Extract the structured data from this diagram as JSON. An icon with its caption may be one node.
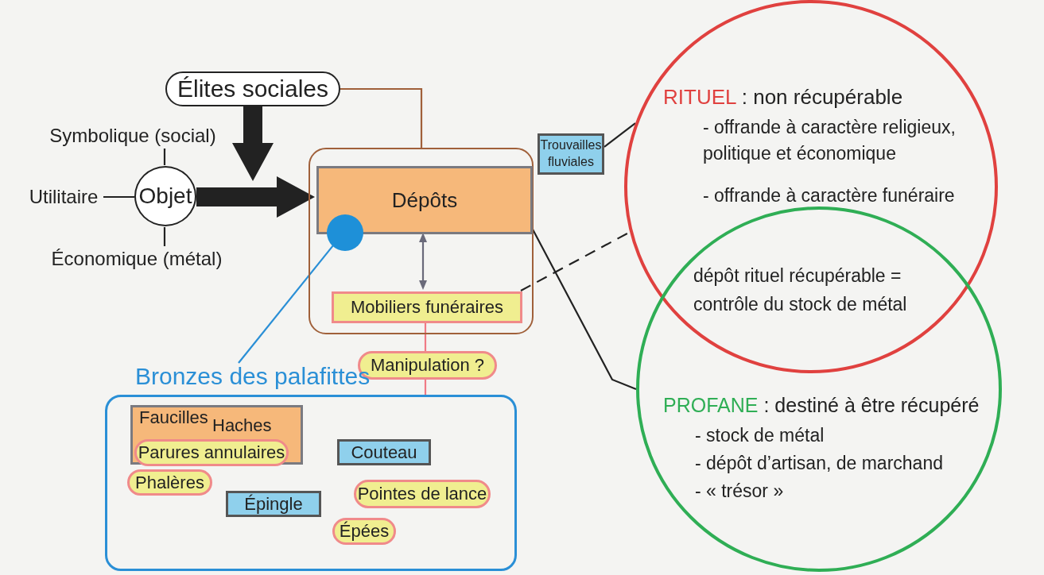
{
  "diagram": {
    "nodes": [
      {
        "text": [
          "Élites sociales"
        ]
      },
      {
        "text": [
          "Symbolique (social)"
        ]
      },
      {
        "text": [
          "Utilitaire"
        ]
      },
      {
        "text": [
          "Objet"
        ]
      },
      {
        "text": [
          "Économique (métal)"
        ]
      },
      {
        "text": [],
        "shape": "box"
      },
      {
        "text": [
          "Dépôts"
        ],
        "in": 5
      },
      {
        "text": [],
        "shape": "circle",
        "in": 5
      },
      {
        "text": [
          "Mobiliers funéraires"
        ],
        "in": 5
      },
      {
        "text": [
          "Trouvailles fluviales"
        ]
      },
      {
        "text": [
          "RITUEL : non récupérable",
          "- offrande à caractère religieux, politique et économique",
          "- offrande à caractère funéraire"
        ]
      },
      {
        "text": [
          "PROFANE : destiné à être récupéré",
          "- stock de métal",
          "- dépôt d’artisan, de marchand",
          "- « trésor »"
        ]
      },
      {
        "text": [
          "Manipulation ?"
        ]
      },
      {
        "text": [
          "Bronzes des palafittes"
        ]
      },
      {
        "text": [
          "Faucilles",
          "Haches"
        ],
        "in": 13
      },
      {
        "text": [
          "Parures annulaires"
        ],
        "in": 14
      },
      {
        "text": [
          "Couteau"
        ],
        "in": 13
      },
      {
        "text": [
          "Phalères"
        ],
        "in": 13
      },
      {
        "text": [
          "Épingle"
        ],
        "in": 13
      },
      {
        "text": [
          "Pointes de lance"
        ],
        "in": 13
      },
      {
        "text": [
          "Épées"
        ],
        "in": 13
      }
    ],
    "edges": [
      {
        "from": 0,
        "to": 5,
        "arrow": "none",
        "color": "#a0603a"
      },
      {
        "from": 0,
        "to": null,
        "arrow": "to",
        "style": "thick"
      },
      {
        "from": 1,
        "to": 3,
        "arrow": "none"
      },
      {
        "from": 2,
        "to": 3,
        "arrow": "none"
      },
      {
        "from": 3,
        "to": 4,
        "arrow": "none"
      },
      {
        "from": 3,
        "to": 6,
        "arrow": "to",
        "style": "thick"
      },
      {
        "from": 6,
        "to": 8,
        "arrow": "both",
        "color": "#6a6a7a"
      },
      {
        "from": 7,
        "to": 13,
        "arrow": "none",
        "color": "#2a8fd6"
      },
      {
        "from": 8,
        "to": 12,
        "arrow": "none",
        "color": "#f07a85"
      },
      {
        "from": 12,
        "to": 13,
        "arrow": "none",
        "color": "#f07a85"
      },
      {
        "from": 9,
        "to": 10,
        "arrow": "none"
      },
      {
        "from": 8,
        "to": 10,
        "arrow": "none",
        "style": "dashed"
      },
      {
        "from": 6,
        "to": 11,
        "arrow": "none"
      }
    ],
    "labels": [
      "dépôt rituel récupérable = contrôle du stock de métal"
    ]
  }
}
